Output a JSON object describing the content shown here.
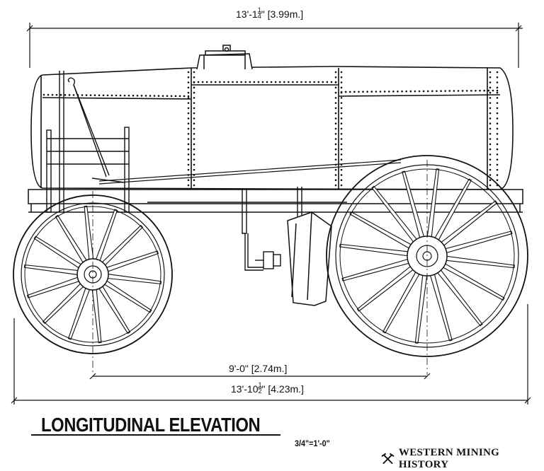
{
  "dimensions": {
    "overall_length": {
      "whole": "13'-1",
      "num": "1",
      "den": "4",
      "tail": "\" [3.99m.]"
    },
    "wheelbase": "9'-0\" [2.74m.]",
    "overall_wheel_span": {
      "whole": "13'-10",
      "num": "1",
      "den": "2",
      "tail": "\" [4.23m.]"
    }
  },
  "title": "LONGITUDINAL ELEVATION",
  "scale": "3/4\"=1'-0\"",
  "brand": {
    "icon": "crossed-pick-hammer-icon",
    "name": "WESTERN MINING HISTORY"
  }
}
